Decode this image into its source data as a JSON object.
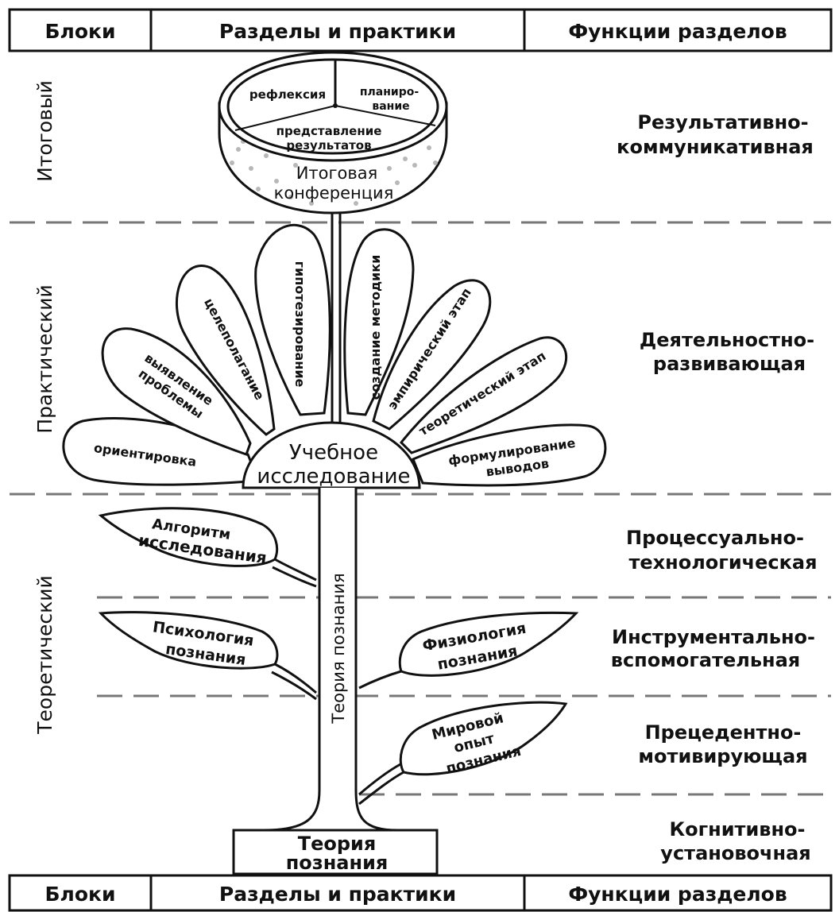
{
  "header": {
    "blocks": "Блоки",
    "sections": "Разделы и практики",
    "functions": "Функции разделов"
  },
  "footer": {
    "blocks": "Блоки",
    "sections": "Разделы и практики",
    "functions": "Функции разделов"
  },
  "blocks": {
    "final": "Итоговый",
    "practical": "Практический",
    "theoretical": "Теоретический"
  },
  "functions": [
    [
      "Результативно-",
      "коммуникативная"
    ],
    [
      "Деятельностно-",
      "развивающая"
    ],
    [
      "Процессуально-",
      "технологическая"
    ],
    [
      "Инструментально-",
      "вспомогательная"
    ],
    [
      "Прецедентно-",
      "мотивирующая"
    ],
    [
      "Когнитивно-",
      "установочная"
    ]
  ],
  "bowl": {
    "sectors": {
      "reflection": "рефлексия",
      "planning": [
        "планиро-",
        "вание"
      ],
      "presentation": [
        "представление",
        "результатов"
      ]
    },
    "caption": [
      "Итоговая",
      "конференция"
    ]
  },
  "center": [
    "Учебное",
    "исследование"
  ],
  "petals": [
    "ориентировка",
    [
      "выявление",
      "проблемы"
    ],
    "целеполагание",
    "гипотезирование",
    "создание методики",
    "эмпирический этап",
    "теоретический этап",
    [
      "формулирование",
      "выводов"
    ]
  ],
  "stem_label": "Теория познания",
  "leaves": [
    [
      "Алгоритм",
      "исследования"
    ],
    [
      "Психология",
      "познания"
    ],
    [
      "Физиология",
      "познания"
    ],
    [
      "Мировой",
      "опыт",
      "познания"
    ]
  ],
  "root": [
    "Теория",
    "познания"
  ]
}
